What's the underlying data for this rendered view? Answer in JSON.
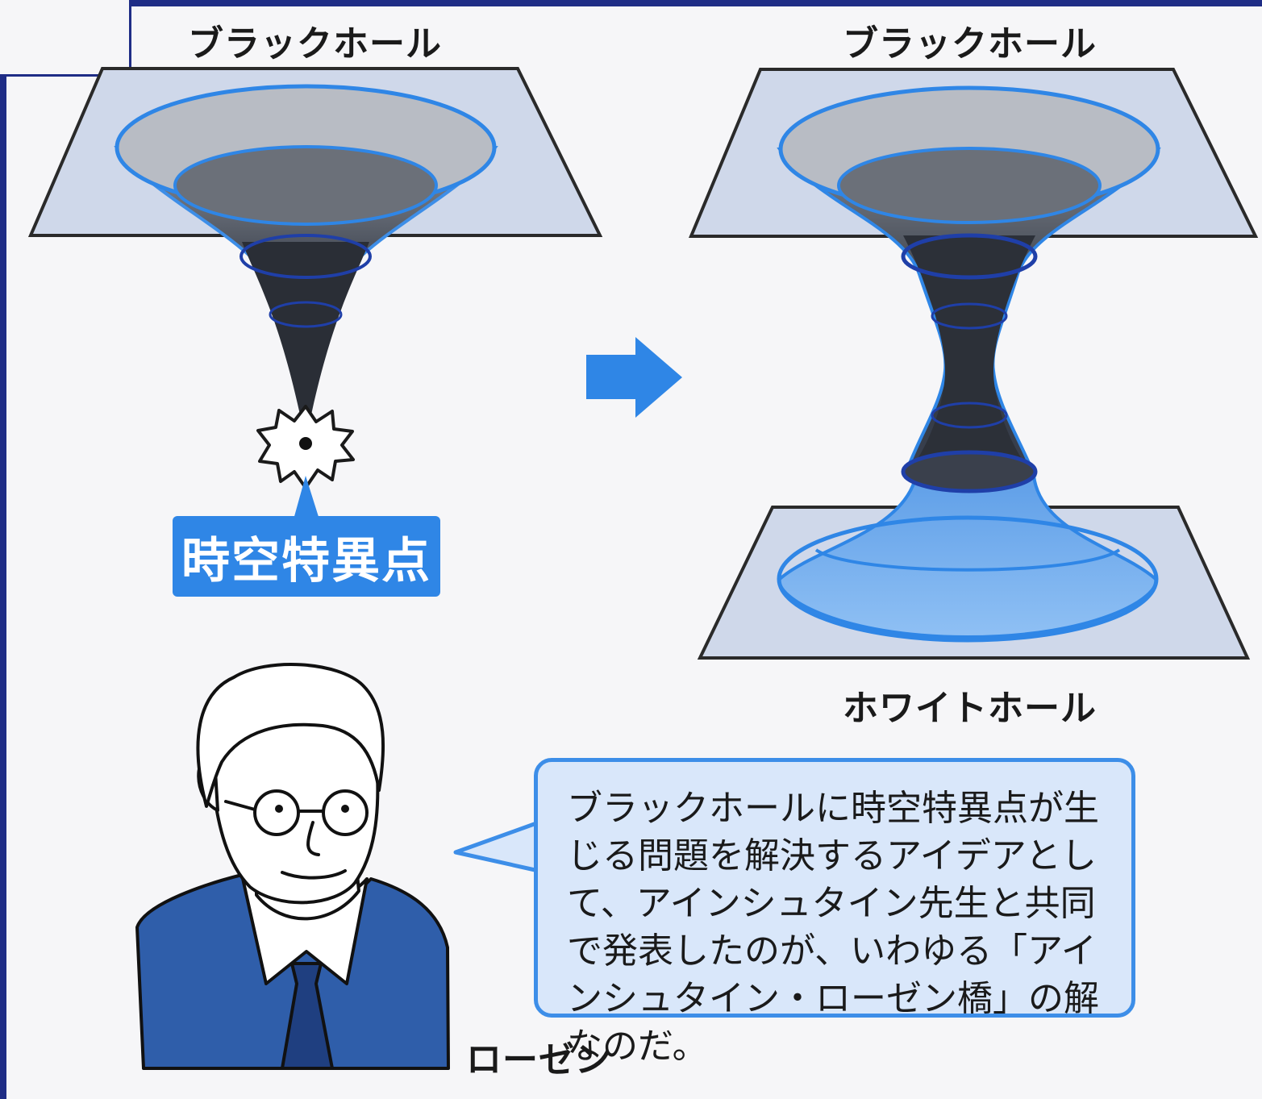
{
  "labels": {
    "left_top": "ブラックホール",
    "right_top": "ブラックホール",
    "right_bottom": "ホワイトホール",
    "singularity": "時空特異点",
    "person": "ローゼン"
  },
  "speech_bubble": {
    "text": "ブラックホールに時空特異点が生じる問題を解決するアイデアとして、アインシュタイン先生と共同で発表したのが、いわゆる「アインシュタイン・ローゼン橋」の解なのだ。"
  },
  "colors": {
    "border": "#1f2d86",
    "accent_blue": "#2f86e6",
    "plane_fill": "#cfd8ea",
    "bubble_fill": "#d9e7fa"
  },
  "icons": {
    "arrow": "arrow-right-icon",
    "singularity": "starburst-icon"
  }
}
